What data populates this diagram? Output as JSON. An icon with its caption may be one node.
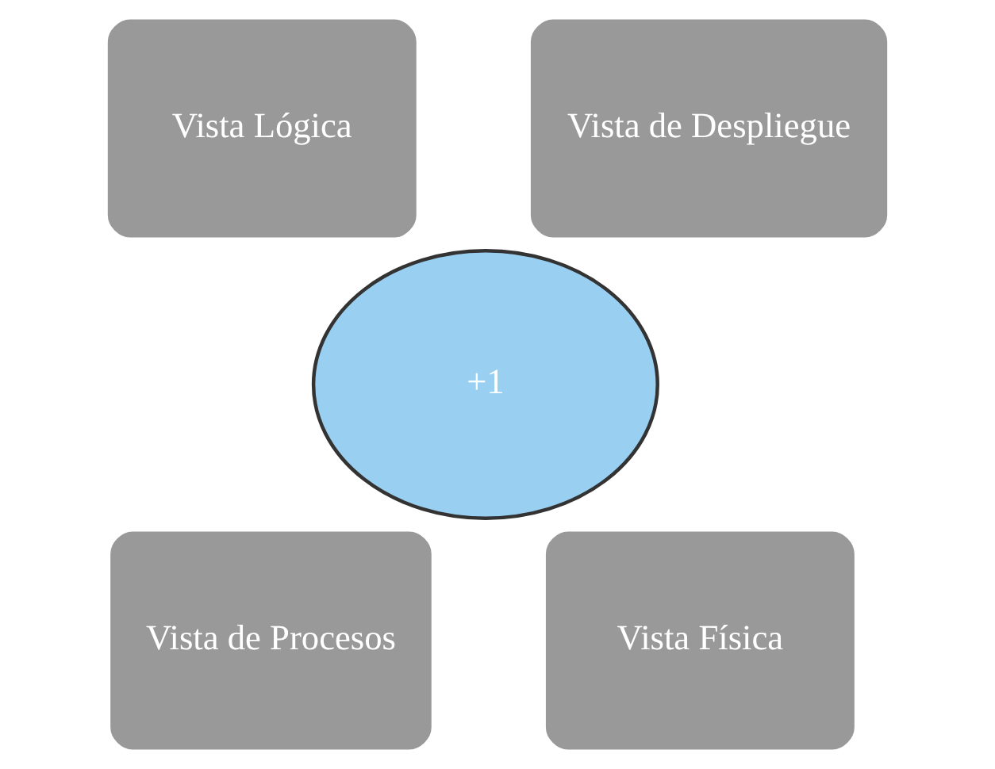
{
  "diagram": {
    "nodes": [
      {
        "text": [
          "Vista Lógica"
        ]
      },
      {
        "text": [
          "Vista de Despliegue"
        ]
      },
      {
        "text": [
          "+1"
        ]
      },
      {
        "text": [
          "Vista de Procesos"
        ]
      },
      {
        "text": [
          "Vista Física"
        ]
      }
    ]
  }
}
